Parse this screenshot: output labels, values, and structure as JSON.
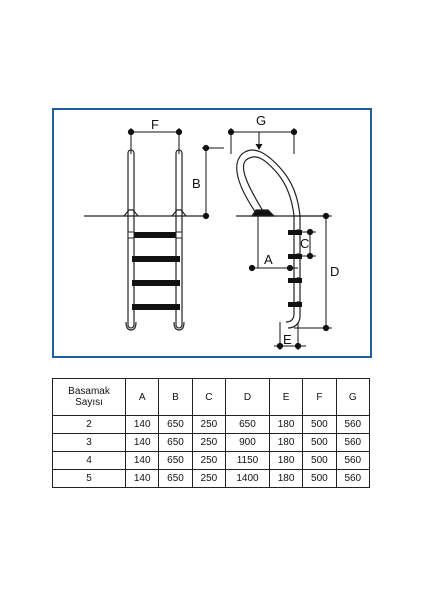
{
  "diagram": {
    "labels": {
      "a": "A",
      "b": "B",
      "c": "C",
      "d": "D",
      "e": "E",
      "f": "F",
      "g": "G"
    },
    "frame_color": "#1f5ba5"
  },
  "table": {
    "header": [
      "Basamak\nSayısı",
      "A",
      "B",
      "C",
      "D",
      "E",
      "F",
      "G"
    ],
    "header_first_lines": [
      "Basamak",
      "Sayısı"
    ],
    "rows": [
      [
        "2",
        "140",
        "650",
        "250",
        "650",
        "180",
        "500",
        "560"
      ],
      [
        "3",
        "140",
        "650",
        "250",
        "900",
        "180",
        "500",
        "560"
      ],
      [
        "4",
        "140",
        "650",
        "250",
        "1150",
        "180",
        "500",
        "560"
      ],
      [
        "5",
        "140",
        "650",
        "250",
        "1400",
        "180",
        "500",
        "560"
      ]
    ]
  }
}
